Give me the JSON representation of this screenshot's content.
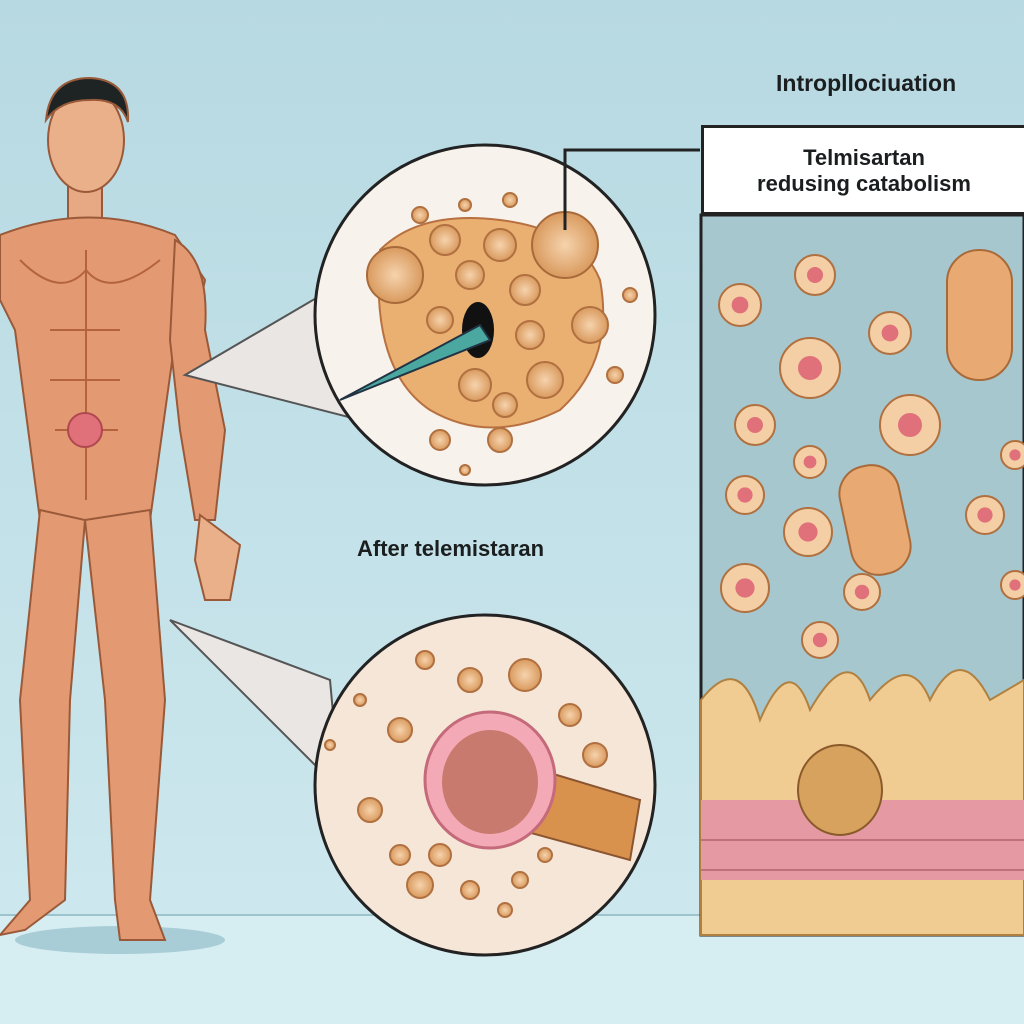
{
  "title_top": "Intropllociuation",
  "panel": {
    "line1": "Telmisartan",
    "line2": "redusing catabolism"
  },
  "after_label": "After telemistaran",
  "colors": {
    "background": "#c3e2ea",
    "muscle": "#e0936a",
    "cell": "#f2c59b",
    "cell_core": "#e0707a",
    "tissue_pink": "#e59aa3",
    "panel_bg": "#9fc3ca"
  }
}
